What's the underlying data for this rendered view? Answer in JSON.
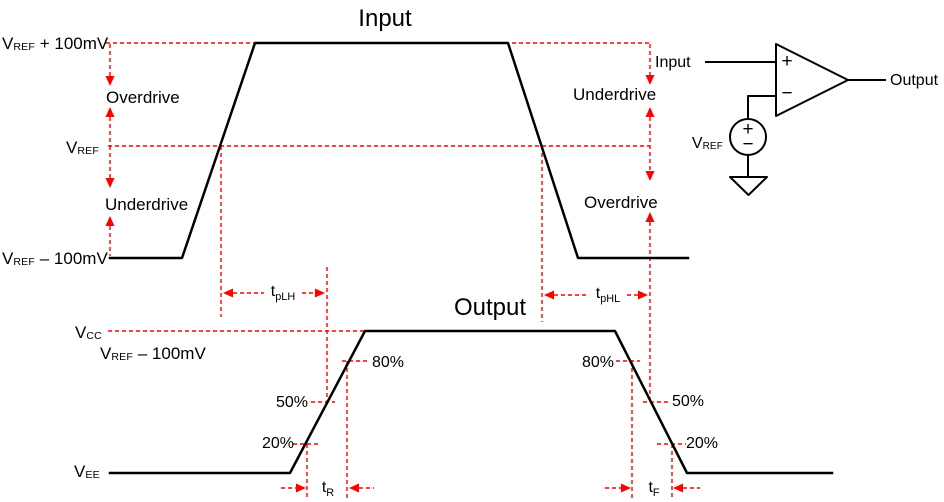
{
  "colors": {
    "accent": "#FF0000",
    "line": "#000000",
    "background": "#FFFFFF"
  },
  "input_section": {
    "title": "Input",
    "vref_plus": {
      "pre": "V",
      "sub": "REF",
      "post": " + 100mV"
    },
    "vref": {
      "pre": "V",
      "sub": "REF"
    },
    "vref_minus": {
      "pre": "V",
      "sub": "REF",
      "post": " – 100mV"
    },
    "overdrive": "Overdrive",
    "underdrive": "Underdrive"
  },
  "output_section": {
    "title": "Output",
    "vcc": {
      "pre": "V",
      "sub": "CC"
    },
    "vref_minus": {
      "pre": "V",
      "sub": "REF",
      "post": " – 100mV"
    },
    "vee": {
      "pre": "V",
      "sub": "EE"
    },
    "p80": "80%",
    "p50": "50%",
    "p20": "20%"
  },
  "timings": {
    "tplh": {
      "pre": "t",
      "sub": "pLH"
    },
    "tphl": {
      "pre": "t",
      "sub": "pHL"
    },
    "tr": {
      "pre": "t",
      "sub": "R"
    },
    "tf": {
      "pre": "t",
      "sub": "F"
    }
  },
  "circuit": {
    "input_label": "Input",
    "output_label": "Output",
    "vref": {
      "pre": "V",
      "sub": "REF"
    },
    "noninverting_sign": "+",
    "inverting_sign": "−",
    "source_plus": "+",
    "source_minus": "−"
  }
}
